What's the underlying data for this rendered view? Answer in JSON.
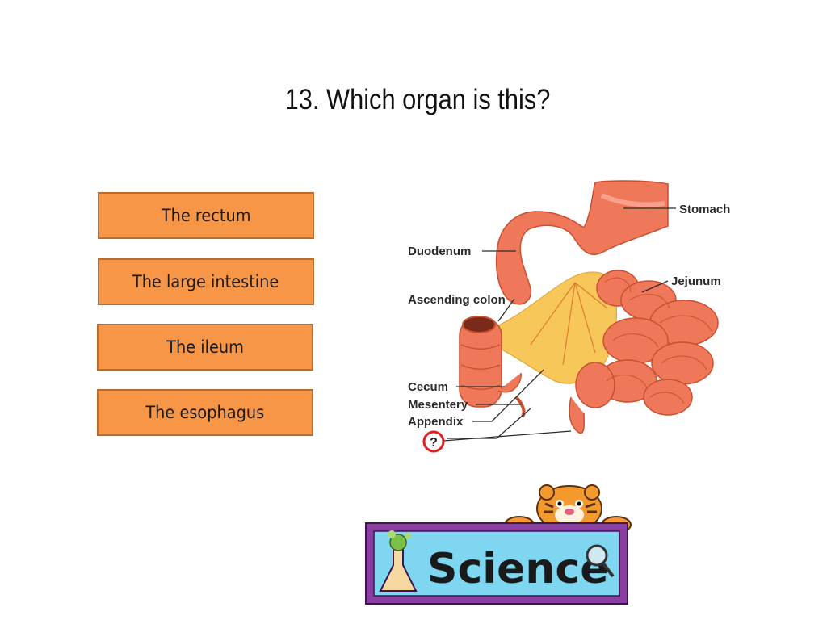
{
  "question": {
    "text": "13. Which organ is this?"
  },
  "choices": [
    {
      "label": "The rectum"
    },
    {
      "label": "The large intestine"
    },
    {
      "label": "The ileum"
    },
    {
      "label": "The esophagus"
    }
  ],
  "diagram": {
    "labels": {
      "stomach": "Stomach",
      "duodenum": "Duodenum",
      "jejunum": "Jejunum",
      "ascending_colon": "Ascending colon",
      "cecum": "Cecum",
      "mesentery": "Mesentery",
      "appendix": "Appendix",
      "unknown": "?"
    }
  },
  "banner": {
    "text": "Science"
  },
  "colors": {
    "choice_fill": "#f79646",
    "choice_border": "#b66d31",
    "intestine": "#f0785a",
    "mesentery": "#f7c75a",
    "banner_bg": "#7ed6f0",
    "banner_frame": "#8a3fa0",
    "unknown_circle": "#e02020"
  }
}
